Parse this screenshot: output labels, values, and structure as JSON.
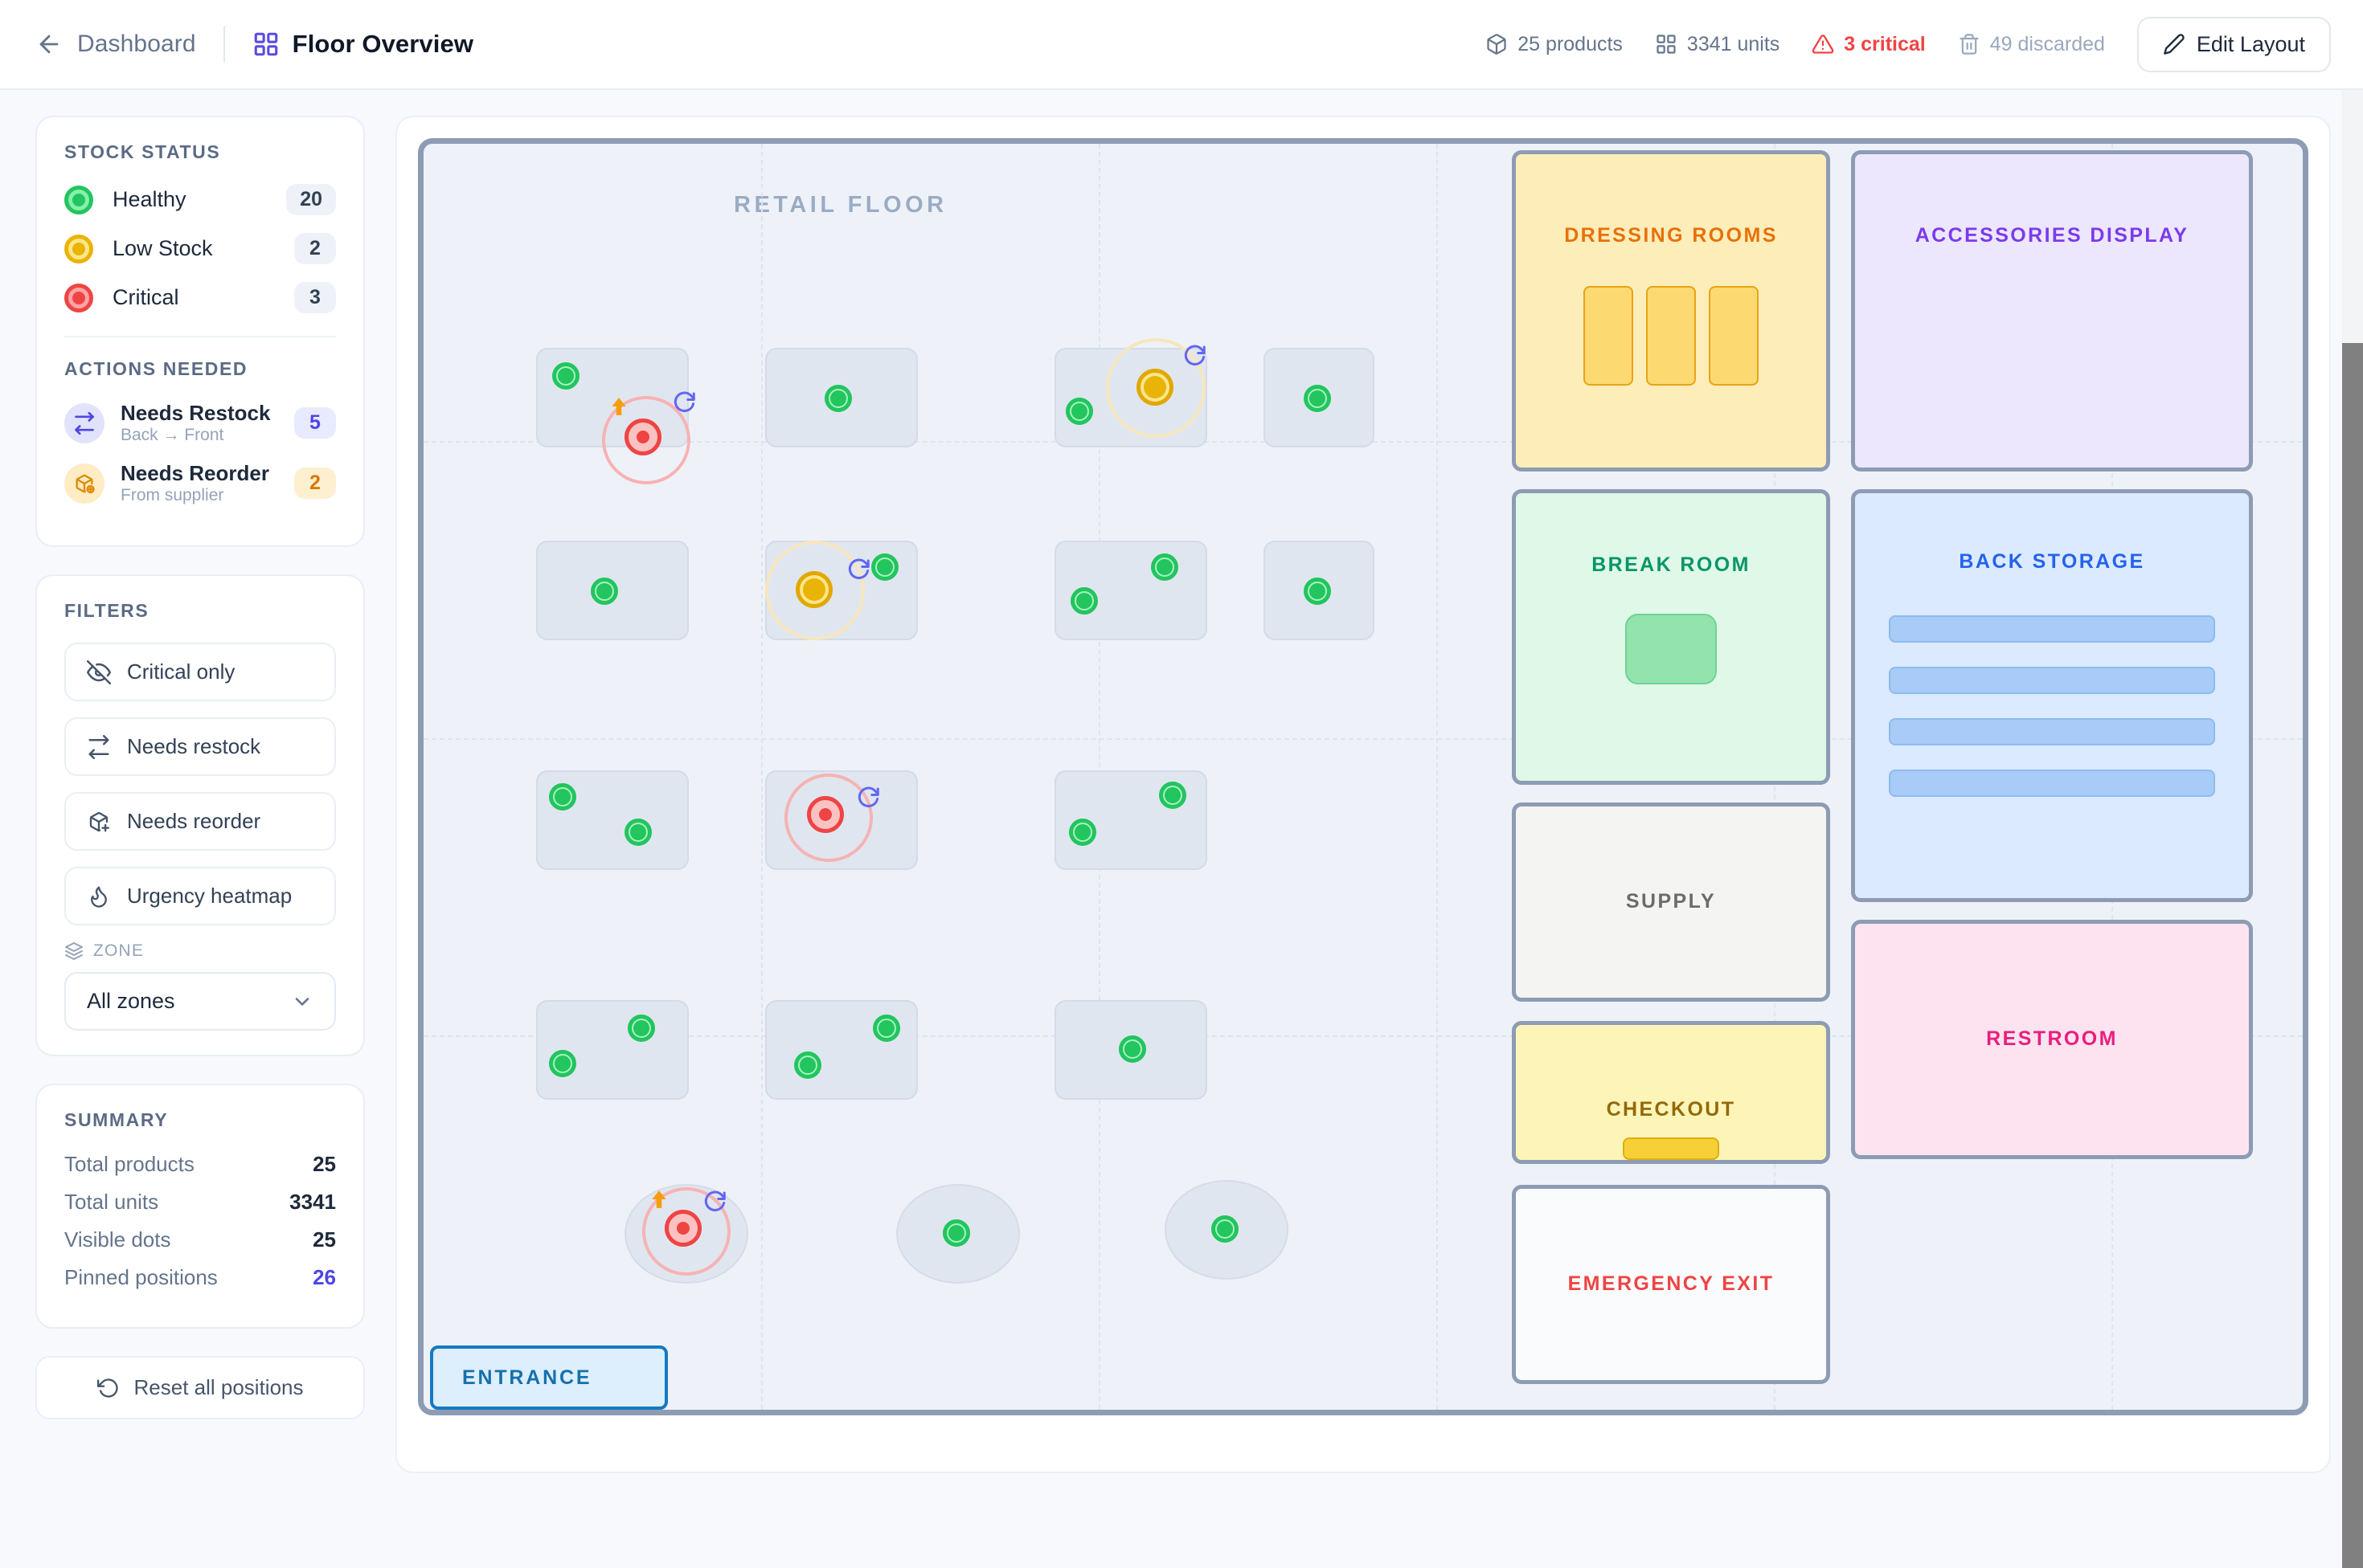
{
  "header": {
    "back_label": "Dashboard",
    "title": "Floor Overview",
    "stats": [
      {
        "icon": "box-icon",
        "label": "25 products",
        "tone": "default"
      },
      {
        "icon": "grid-icon",
        "label": "3341 units",
        "tone": "default"
      },
      {
        "icon": "warning-icon",
        "label": "3 critical",
        "tone": "critical"
      },
      {
        "icon": "trash-icon",
        "label": "49 discarded",
        "tone": "muted"
      }
    ],
    "edit_layout_label": "Edit Layout"
  },
  "sidebar": {
    "stock_status": {
      "title": "STOCK STATUS",
      "rows": [
        {
          "label": "Healthy",
          "count": "20",
          "color": "#22c55e"
        },
        {
          "label": "Low Stock",
          "count": "2",
          "color": "#eab308"
        },
        {
          "label": "Critical",
          "count": "3",
          "color": "#ef4444"
        }
      ]
    },
    "actions_needed": {
      "title": "ACTIONS NEEDED",
      "rows": [
        {
          "title": "Needs Restock",
          "sub": "Back → Front",
          "count": "5",
          "icon": "swap-icon",
          "tone": "indigo"
        },
        {
          "title": "Needs Reorder",
          "sub": "From supplier",
          "count": "2",
          "icon": "box-plus-icon",
          "tone": "amber"
        }
      ]
    },
    "filters": {
      "title": "FILTERS",
      "buttons": [
        {
          "label": "Critical only",
          "icon": "eye-off-icon"
        },
        {
          "label": "Needs restock",
          "icon": "swap-icon"
        },
        {
          "label": "Needs reorder",
          "icon": "box-plus-icon"
        },
        {
          "label": "Urgency heatmap",
          "icon": "flame-icon"
        }
      ],
      "zone_label": "ZONE",
      "zone_selected": "All zones",
      "zone_options": [
        "All zones"
      ]
    },
    "summary": {
      "title": "SUMMARY",
      "rows": [
        {
          "label": "Total products",
          "value": "25",
          "accent": false
        },
        {
          "label": "Total units",
          "value": "3341",
          "accent": false
        },
        {
          "label": "Visible dots",
          "value": "25",
          "accent": false
        },
        {
          "label": "Pinned positions",
          "value": "26",
          "accent": true
        }
      ]
    },
    "reset_label": "Reset all positions"
  },
  "floor": {
    "title": "RETAIL FLOOR",
    "entrance_label": "ENTRANCE",
    "zones": [
      {
        "name": "DRESSING ROOMS",
        "key": "dressing"
      },
      {
        "name": "ACCESSORIES DISPLAY",
        "key": "access"
      },
      {
        "name": "BREAK ROOM",
        "key": "break"
      },
      {
        "name": "BACK STORAGE",
        "key": "storage"
      },
      {
        "name": "SUPPLY",
        "key": "supply"
      },
      {
        "name": "CHECKOUT",
        "key": "checkout"
      },
      {
        "name": "RESTROOM",
        "key": "restroom"
      },
      {
        "name": "EMERGENCY EXIT",
        "key": "exit"
      }
    ]
  },
  "colors": {
    "healthy": "#22c55e",
    "low": "#eab308",
    "critical": "#ef4444",
    "accent": "#4f46e5",
    "restock_arrow": "#f59e0b",
    "refresh": "#6366f1"
  }
}
